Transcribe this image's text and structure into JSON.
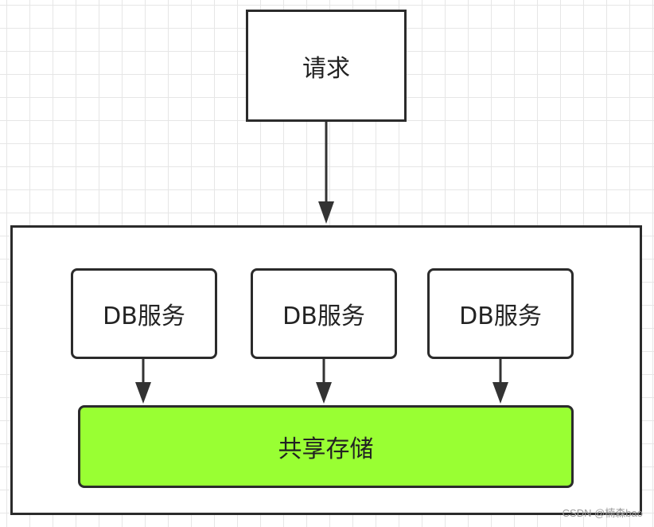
{
  "diagram": {
    "request_label": "请求",
    "db_services": [
      {
        "label": "DB服务"
      },
      {
        "label": "DB服务"
      },
      {
        "label": "DB服务"
      }
    ],
    "shared_storage_label": "共享存储"
  },
  "colors": {
    "storage_fill": "#99ff33",
    "border": "#2b2b2b",
    "grid": "#e6e6e6"
  },
  "watermark": "CSDN @楠森bao"
}
